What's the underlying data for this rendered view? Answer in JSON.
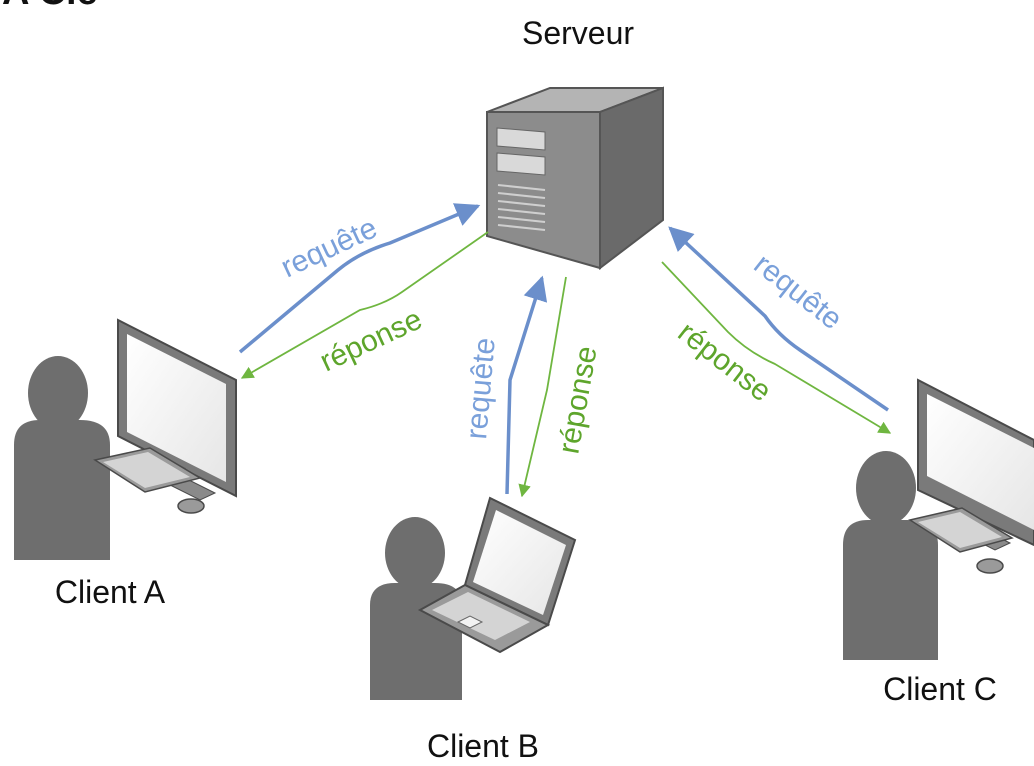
{
  "title_fragment": "A Cle",
  "nodes": {
    "server": {
      "label": "Serveur"
    },
    "client_a": {
      "label": "Client A"
    },
    "client_b": {
      "label": "Client B"
    },
    "client_c": {
      "label": "Client C"
    }
  },
  "arrows": {
    "request_label": "requête",
    "response_label": "réponse"
  },
  "colors": {
    "request": "#6b8fcb",
    "response": "#6fb640",
    "request_text": "#7aa0da",
    "response_text": "#5ea52c",
    "figure": "#6e6e6e",
    "server_front": "#8c8c8c",
    "server_side": "#6a6a6a",
    "server_top": "#b4b4b4"
  }
}
